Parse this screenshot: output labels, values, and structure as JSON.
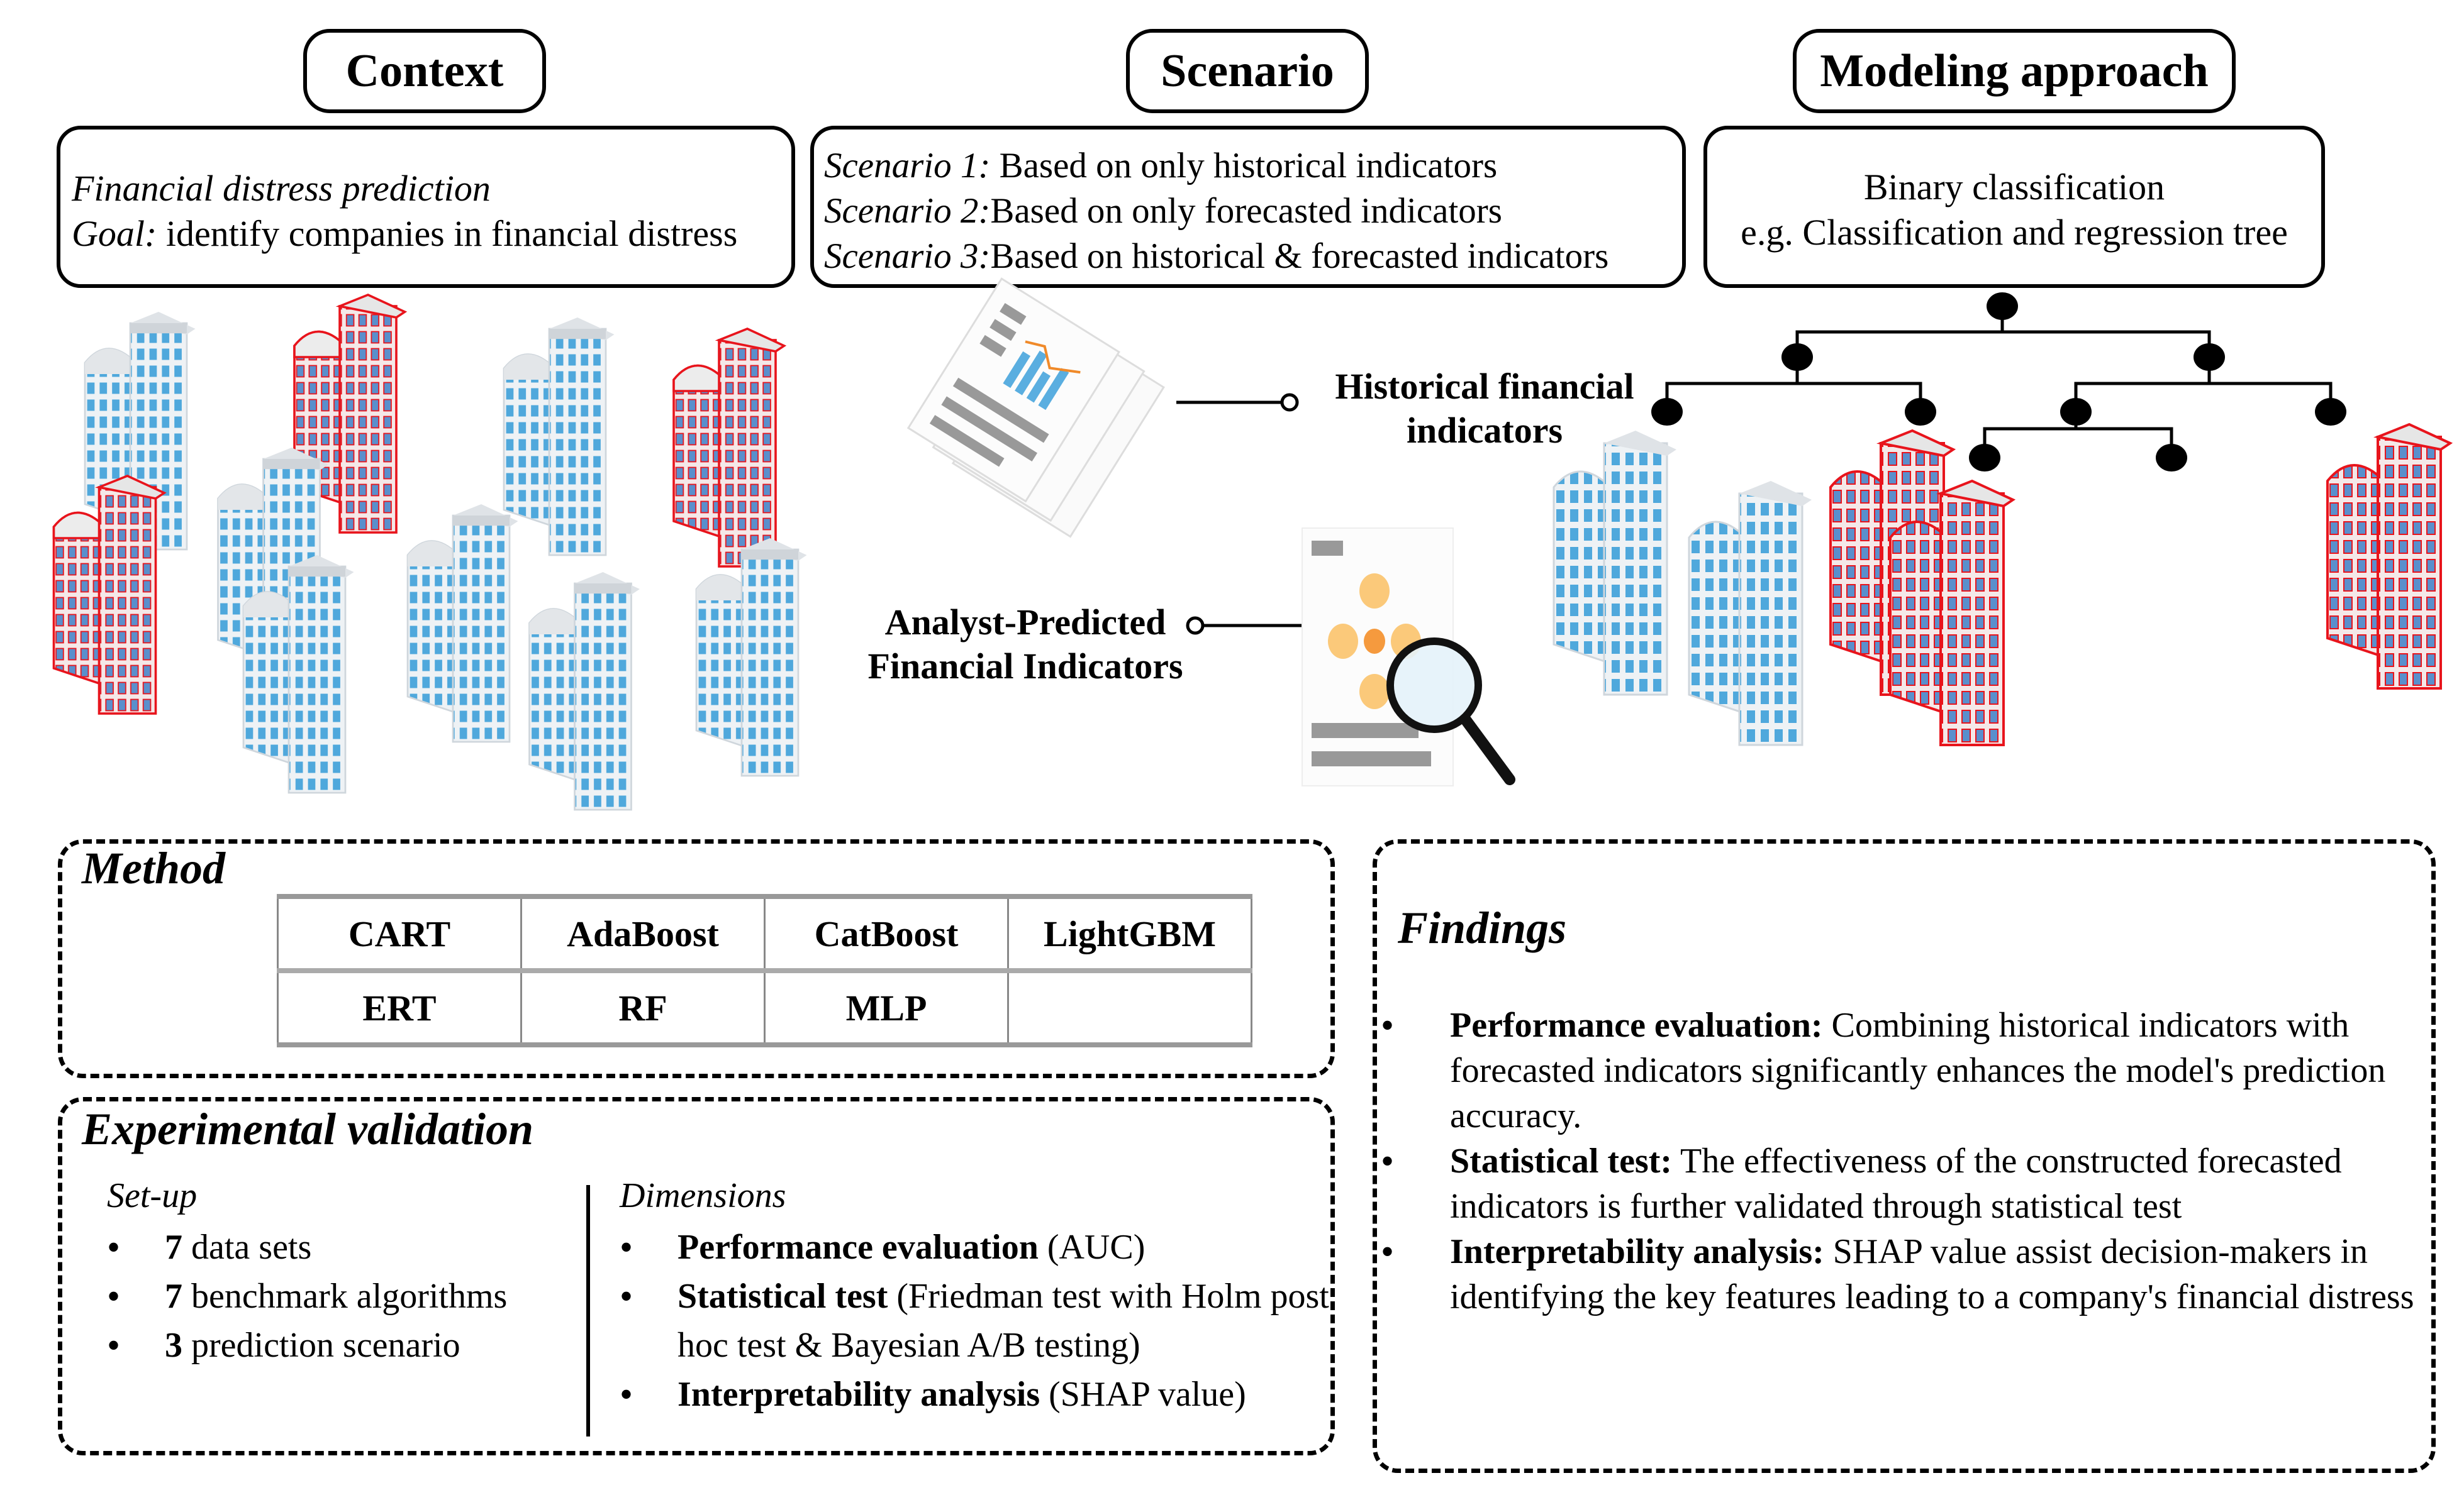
{
  "headers": {
    "context": "Context",
    "scenario": "Scenario",
    "modeling": "Modeling approach"
  },
  "context_box": {
    "line1": "Financial distress prediction",
    "goal_label": "Goal:",
    "goal_text": " identify  companies in financial distress"
  },
  "scenario_box": {
    "items": [
      {
        "label": "Scenario 1:",
        "text": " Based on only historical indicators"
      },
      {
        "label": "Scenario 2:",
        "text": "Based on only forecasted indicators"
      },
      {
        "label": "Scenario 3:",
        "text": "Based on historical & forecasted indicators"
      }
    ]
  },
  "modeling_box": {
    "line1": "Binary classification",
    "line2": "e.g. Classification and regression tree"
  },
  "illustration": {
    "historical_label_line1": "Historical financial",
    "historical_label_line2": "indicators",
    "analyst_label_line1": "Analyst-Predicted",
    "analyst_label_line2": "Financial Indicators",
    "healthy_color": "#5aaee0",
    "distress_color": "#e8141c"
  },
  "method": {
    "title": "Method",
    "rows": [
      [
        "CART",
        "AdaBoost",
        "CatBoost",
        "LightGBM"
      ],
      [
        "ERT",
        "RF",
        "MLP",
        ""
      ]
    ]
  },
  "validation": {
    "title": "Experimental validation",
    "setup_title": "Set-up",
    "setup_items": [
      {
        "num": "7",
        "text": " data sets"
      },
      {
        "num": "7",
        "text": " benchmark algorithms"
      },
      {
        "num": "3",
        "text": " prediction scenario"
      }
    ],
    "dimensions_title": "Dimensions",
    "dimension_items": [
      {
        "bold": "Performance evaluation",
        "text": " (AUC)"
      },
      {
        "bold": "Statistical test",
        "text": " (Friedman test with Holm post hoc test & Bayesian A/B testing)"
      },
      {
        "bold": "Interpretability analysis",
        "text": " (SHAP value)"
      }
    ]
  },
  "findings": {
    "title": "Findings",
    "items": [
      {
        "bold": "Performance evaluation:",
        "text": " Combining historical indicators with forecasted indicators significantly enhances the model's prediction accuracy."
      },
      {
        "bold": "Statistical test:",
        "text": " The effectiveness of the constructed forecasted indicators is further validated through statistical test"
      },
      {
        "bold": "Interpretability analysis:",
        "text": " SHAP value assist decision-makers in identifying the key features leading to a company's financial distress"
      }
    ]
  }
}
